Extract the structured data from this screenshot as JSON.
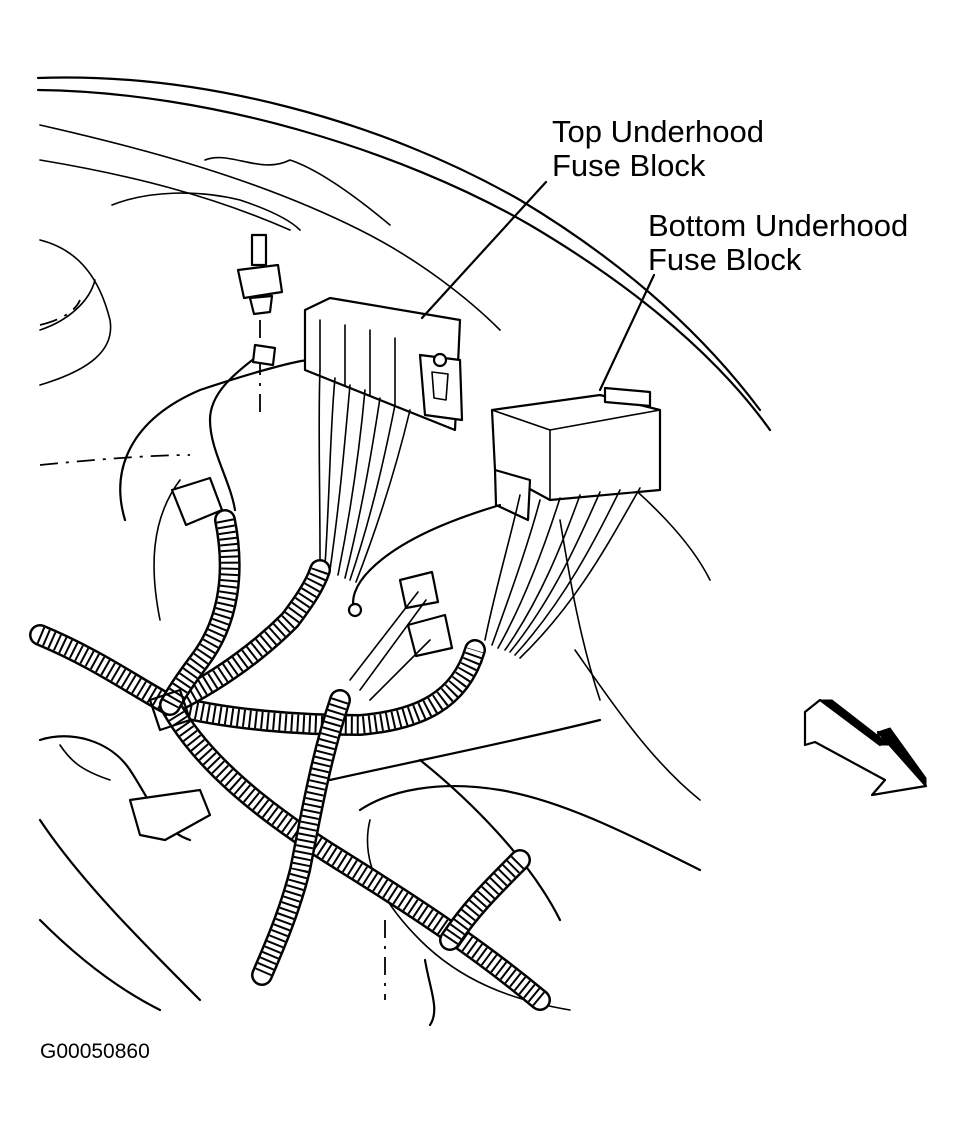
{
  "labels": {
    "top_fuse_block_line1": "Top Underhood",
    "top_fuse_block_line2": "Fuse Block",
    "bottom_fuse_block_line1": "Bottom Underhood",
    "bottom_fuse_block_line2": "Fuse Block"
  },
  "figure_id": "G00050860",
  "icons": {
    "direction_arrow": "front-direction-arrow-icon"
  },
  "colors": {
    "ink": "#000000",
    "paper": "#ffffff"
  }
}
